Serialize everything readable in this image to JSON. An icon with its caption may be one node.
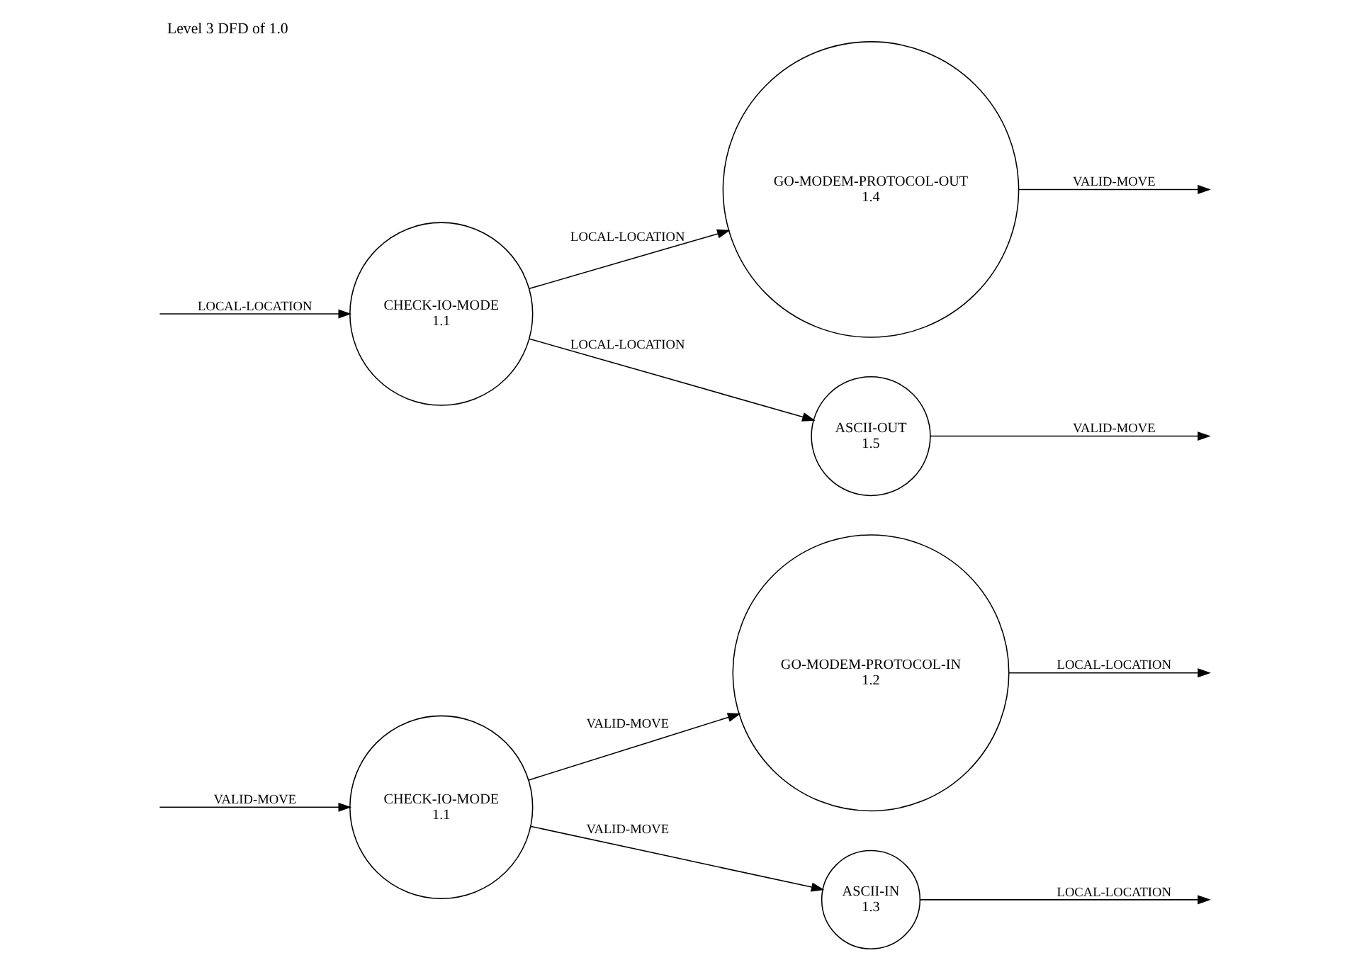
{
  "diagram": {
    "title": "Level 3 DFD of 1.0",
    "nodes": [
      {
        "text": [
          "CHECK-IO-MODE",
          "1.1"
        ]
      },
      {
        "text": [
          "GO-MODEM-PROTOCOL-IN",
          "1.2"
        ]
      },
      {
        "text": [
          "ASCII-IN",
          "1.3"
        ]
      },
      {
        "text": [
          "GO-MODEM-PROTOCOL-OUT",
          "1.4"
        ]
      },
      {
        "text": [
          "ASCII-OUT",
          "1.5"
        ]
      },
      {
        "text": [
          "CHECK-IO-MODE",
          "1.1"
        ]
      }
    ],
    "edges": [
      {
        "from": null,
        "to": 0,
        "arrow": "to",
        "label": "VALID-MOVE"
      },
      {
        "from": 0,
        "to": 1,
        "arrow": "to",
        "label": "VALID-MOVE"
      },
      {
        "from": 0,
        "to": 2,
        "arrow": "to",
        "label": "VALID-MOVE"
      },
      {
        "from": 1,
        "to": null,
        "arrow": "to",
        "label": "LOCAL-LOCATION"
      },
      {
        "from": 2,
        "to": null,
        "arrow": "to",
        "label": "LOCAL-LOCATION"
      },
      {
        "from": 3,
        "to": null,
        "arrow": "to",
        "label": "VALID-MOVE"
      },
      {
        "from": 5,
        "to": 3,
        "arrow": "to",
        "label": "LOCAL-LOCATION"
      },
      {
        "from": 4,
        "to": null,
        "arrow": "to",
        "label": "VALID-MOVE"
      },
      {
        "from": 5,
        "to": 4,
        "arrow": "to",
        "label": "LOCAL-LOCATION"
      },
      {
        "from": null,
        "to": 5,
        "arrow": "to",
        "label": "LOCAL-LOCATION"
      }
    ]
  }
}
